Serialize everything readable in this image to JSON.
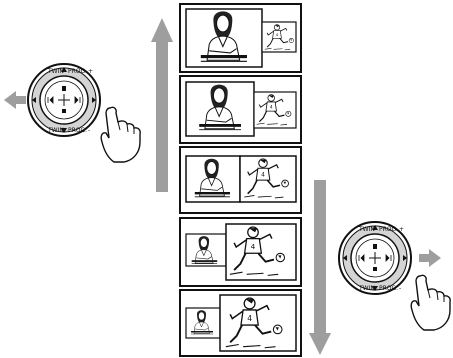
{
  "controls": {
    "left": {
      "top_text": "TWIN",
      "top_text_right": "PROG.",
      "top_symbol": "+",
      "bottom_text": "TWIN",
      "bottom_text_right": "PROG.",
      "bottom_symbol": "-",
      "center_symbol": "+"
    },
    "right": {
      "top_text": "TWIN",
      "top_text_right": "PROG.",
      "top_symbol": "+",
      "bottom_text": "TWIN",
      "bottom_text_right": "PROG.",
      "bottom_symbol": "-",
      "center_symbol": "+"
    }
  },
  "screens": {
    "items": [
      {
        "name": "screen-1"
      },
      {
        "name": "screen-2"
      },
      {
        "name": "screen-3"
      },
      {
        "name": "screen-4"
      },
      {
        "name": "screen-5"
      }
    ]
  },
  "colors": {
    "line": "#111111",
    "arrow": "#9e9e9e",
    "ring": "#d4d4d4"
  }
}
